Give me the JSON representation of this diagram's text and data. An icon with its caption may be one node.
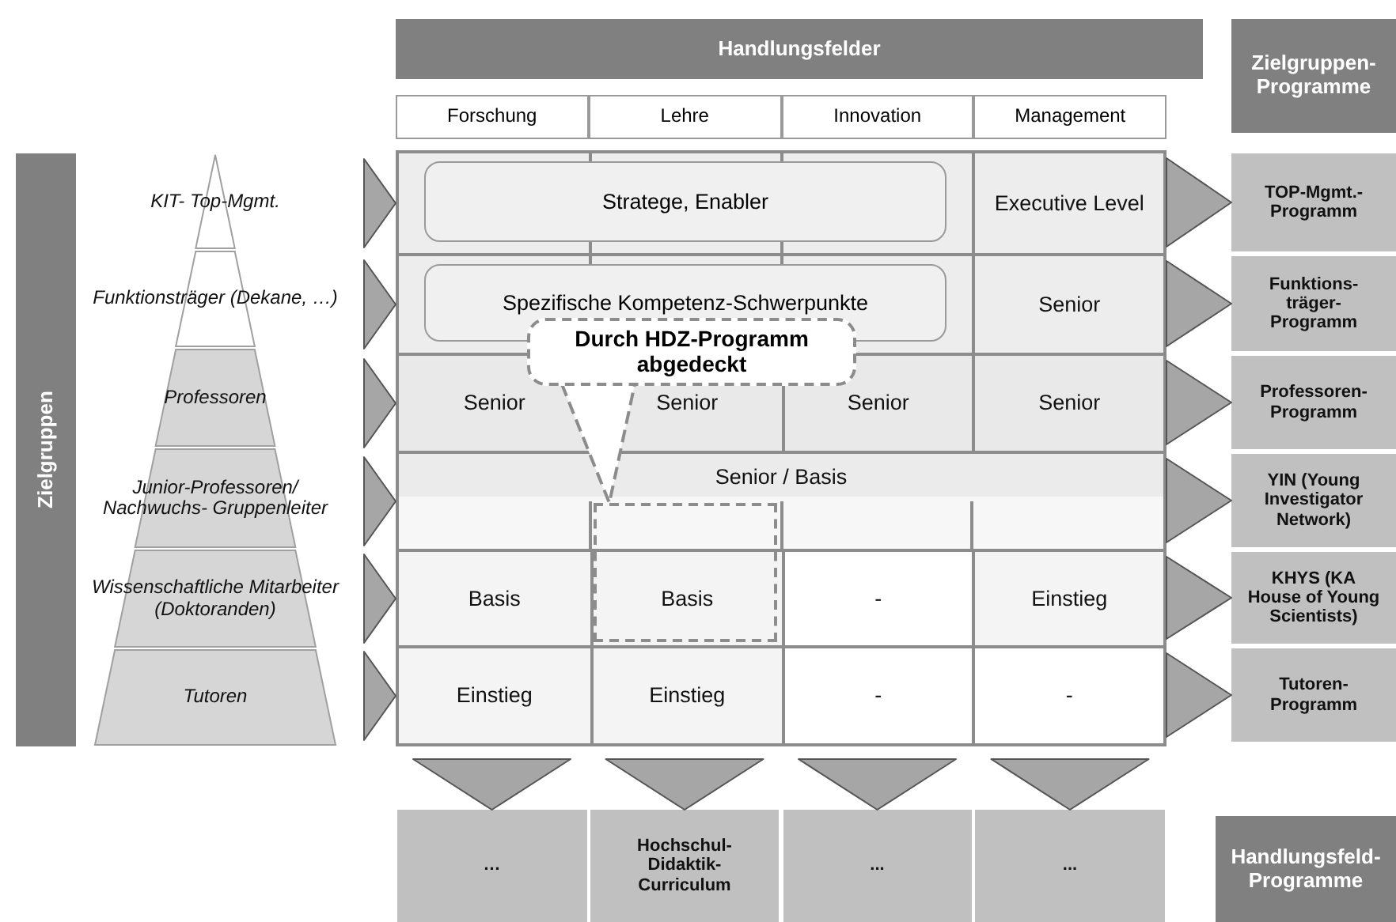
{
  "diagram": {
    "nodes": [
      {
        "text": [
          "Handlungsfelder"
        ]
      },
      {
        "text": [
          "Zielgruppen-Programme"
        ]
      },
      {
        "text": [
          "Forschung"
        ]
      },
      {
        "text": [
          "Lehre"
        ]
      },
      {
        "text": [
          "Innovation"
        ]
      },
      {
        "text": [
          "Management"
        ]
      },
      {
        "text": [
          "Zielgruppen"
        ]
      },
      {
        "text": [
          "KIT- Top-Mgmt."
        ]
      },
      {
        "text": [
          "Funktionsträger (Dekane, …)"
        ]
      },
      {
        "text": [
          "Professoren"
        ]
      },
      {
        "text": [
          "Junior-Professoren/ Nachwuchs- Gruppenleiter"
        ]
      },
      {
        "text": [
          "Wissenschaftliche Mitarbeiter (Doktoranden)"
        ]
      },
      {
        "text": [
          "Tutoren"
        ]
      },
      {
        "text": [],
        "shape": "box"
      },
      {
        "text": [
          "Stratege, Enabler"
        ],
        "in": 13
      },
      {
        "text": [
          "Executive Level"
        ],
        "in": 13
      },
      {
        "text": [
          "TOP-Mgmt.- Programm"
        ]
      },
      {
        "text": [],
        "shape": "box"
      },
      {
        "text": [
          "Spezifische Kompetenz-Schwerpunkte"
        ],
        "in": 17
      },
      {
        "text": [
          "Senior"
        ],
        "in": 17
      },
      {
        "text": [
          "Funktions- träger- Programm"
        ]
      },
      {
        "text": [],
        "shape": "box"
      },
      {
        "text": [
          "Senior"
        ],
        "in": 21
      },
      {
        "text": [
          "Senior"
        ],
        "in": 21
      },
      {
        "text": [
          "Senior"
        ],
        "in": 21
      },
      {
        "text": [
          "Senior"
        ],
        "in": 21
      },
      {
        "text": [
          "Professoren- Programm"
        ]
      },
      {
        "text": [],
        "shape": "box"
      },
      {
        "text": [
          "Senior / Basis"
        ],
        "in": 27
      },
      {
        "text": [
          "YIN (Young Investigator Network)"
        ]
      },
      {
        "text": [],
        "shape": "box"
      },
      {
        "text": [
          "Basis"
        ],
        "in": 30
      },
      {
        "text": [
          "Basis"
        ]
      },
      {
        "text": [
          "-"
        ],
        "in": 30
      },
      {
        "text": [
          "Einstieg"
        ],
        "in": 30
      },
      {
        "text": [
          "KHYS (KA House of Young Scientists)"
        ]
      },
      {
        "text": [],
        "shape": "box"
      },
      {
        "text": [
          "Einstieg"
        ],
        "in": 36
      },
      {
        "text": [
          "Einstieg"
        ],
        "in": 36
      },
      {
        "text": [
          "-"
        ],
        "in": 36
      },
      {
        "text": [
          "-"
        ],
        "in": 36
      },
      {
        "text": [
          "Tutoren- Programm"
        ]
      },
      {
        "text": [
          "Durch HDZ-Programm abgedeckt"
        ]
      },
      {
        "text": [],
        "shape": "box"
      },
      {
        "text": [
          "…"
        ]
      },
      {
        "text": [
          "Hochschul- Didaktik- Curriculum"
        ]
      },
      {
        "text": [
          "..."
        ]
      },
      {
        "text": [
          "..."
        ]
      },
      {
        "text": [
          "Handlungsfeld- Programme"
        ]
      }
    ],
    "edges": [
      {
        "from": 7,
        "to": 13,
        "arrow": "to"
      },
      {
        "from": 8,
        "to": 17,
        "arrow": "to"
      },
      {
        "from": 9,
        "to": 21,
        "arrow": "to"
      },
      {
        "from": 10,
        "to": 27,
        "arrow": "to"
      },
      {
        "from": 11,
        "to": 30,
        "arrow": "to"
      },
      {
        "from": 12,
        "to": 36,
        "arrow": "to"
      },
      {
        "from": 13,
        "to": 16,
        "arrow": "to"
      },
      {
        "from": 17,
        "to": 20,
        "arrow": "to"
      },
      {
        "from": 21,
        "to": 26,
        "arrow": "to"
      },
      {
        "from": 27,
        "to": 29,
        "arrow": "to"
      },
      {
        "from": 30,
        "to": 35,
        "arrow": "to"
      },
      {
        "from": 36,
        "to": 41,
        "arrow": "to"
      },
      {
        "from": 42,
        "to": 43,
        "arrow": "to",
        "style": "dashed",
        "color": "#8c8c8c"
      },
      {
        "from": null,
        "to": 44,
        "arrow": "to"
      },
      {
        "from": null,
        "to": 45,
        "arrow": "to"
      },
      {
        "from": null,
        "to": 46,
        "arrow": "to"
      },
      {
        "from": null,
        "to": 47,
        "arrow": "to"
      }
    ]
  }
}
